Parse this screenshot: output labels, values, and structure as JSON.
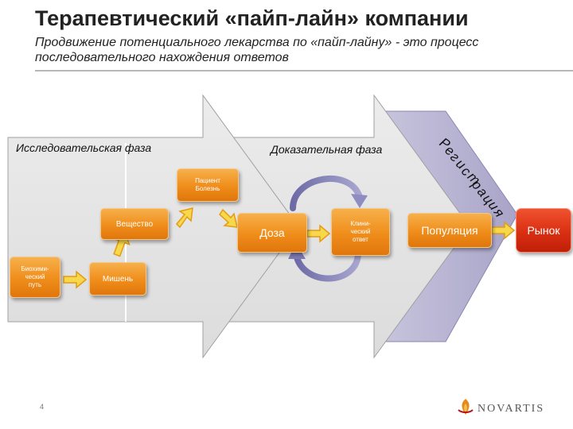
{
  "header": {
    "title": "Терапевтический «пайп-лайн» компании",
    "subtitle": "Продвижение потенциального лекарства по «пайп-лайну» - это процесс последовательного нахождения ответов"
  },
  "phases": {
    "research": "Исследовательская фаза",
    "proof": "Доказательная фаза",
    "registration_letters": [
      "Р",
      "е",
      "г",
      "и",
      "с",
      "т",
      "р",
      "а",
      "ц",
      "и",
      "я"
    ]
  },
  "boxes": {
    "biochem": "Биохими-\nческий\nпуть",
    "target": "Мишень",
    "substance": "Вещество",
    "patient": "Пациент\nБолезнь",
    "dose": "Доза",
    "clinical": "Клини-\nческий\nответ",
    "population": "Популяция",
    "market": "Рынок"
  },
  "footer": {
    "page_number": "4",
    "logo": "NOVARTIS"
  },
  "colors": {
    "arrow_fill": "#e4e4e4",
    "arrow_stroke": "#a0a0a0",
    "registration_fill": "#b8b4d2",
    "orange": "#ef8d1a",
    "red": "#d92f12",
    "yellow_arrow": "#f6d84a"
  }
}
